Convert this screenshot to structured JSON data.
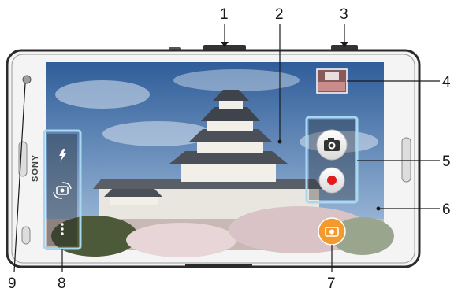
{
  "device": {
    "brand": "SONY",
    "body_color": "#f4f4f4",
    "frame_color": "#2b2b2b"
  },
  "screen": {
    "scene": "castle photo in camera viewfinder",
    "sky_top": "#2f5d9a",
    "sky_bottom": "#a9c3de"
  },
  "controls": {
    "flash_icon": "flash-icon",
    "switch_camera_icon": "switch-camera-icon",
    "more_settings_icon": "more-settings-icon",
    "shutter_icon": "camera-shutter-icon",
    "record_icon": "record-video-icon",
    "mode_icon": "camera-mode-icon",
    "highlight_color": "#a8d8f0",
    "record_color": "#e21b1b",
    "mode_color": "#f29a2e"
  },
  "callouts": {
    "c1": "1",
    "c2": "2",
    "c3": "3",
    "c4": "4",
    "c5": "5",
    "c6": "6",
    "c7": "7",
    "c8": "8",
    "c9": "9"
  }
}
